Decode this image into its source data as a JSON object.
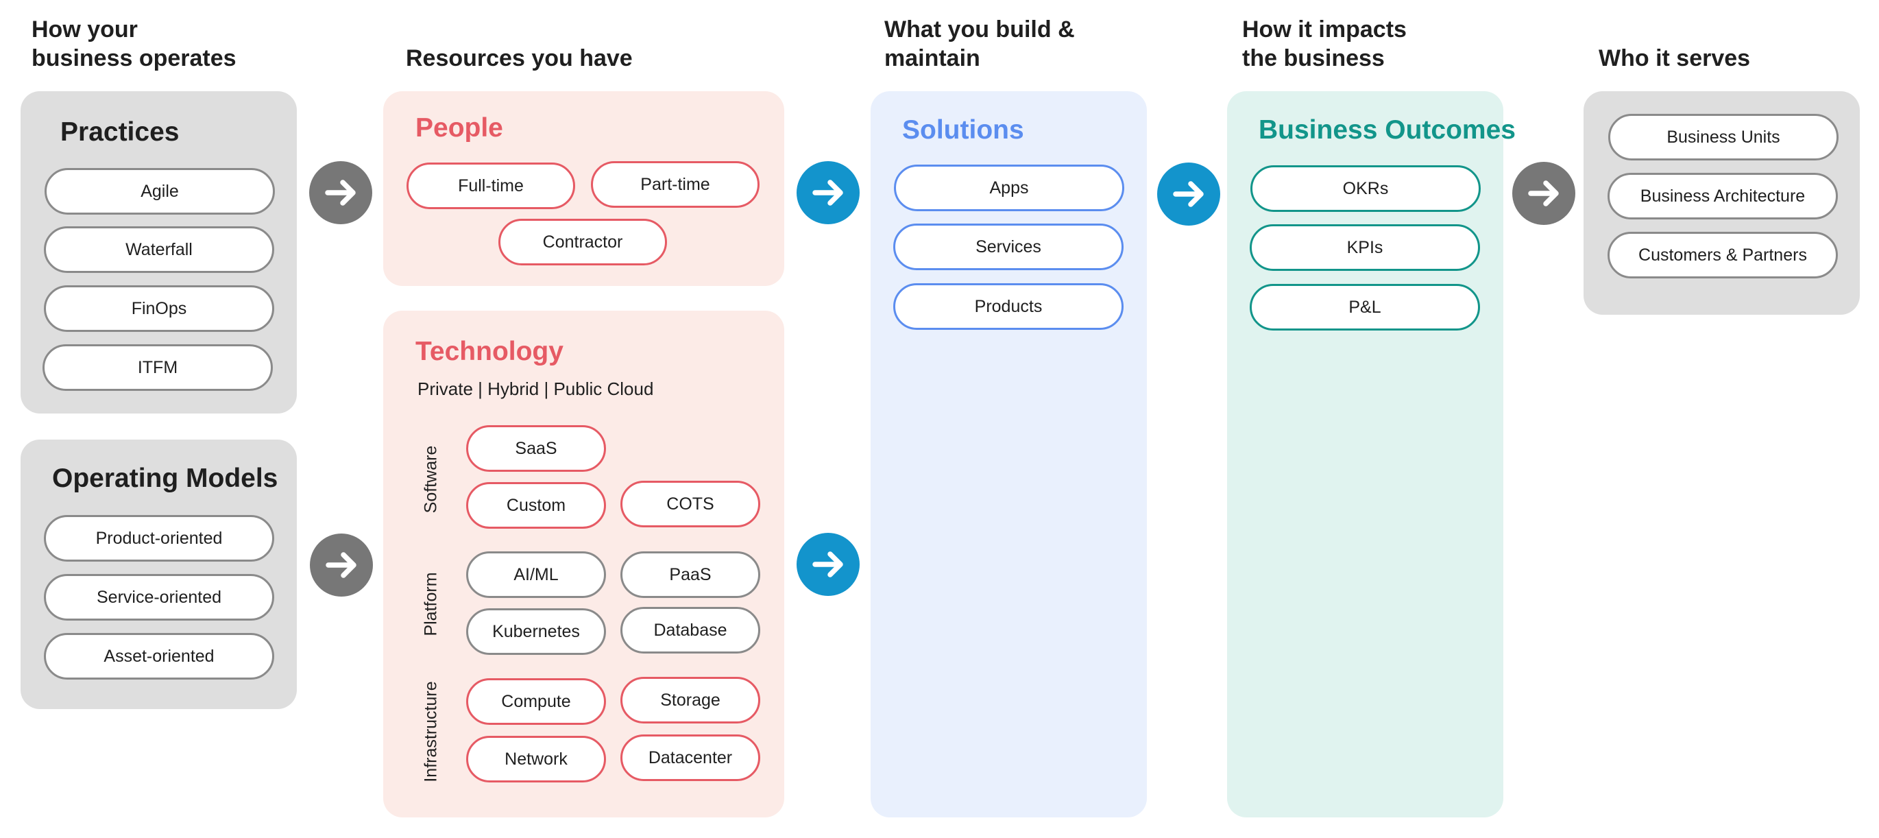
{
  "headers": {
    "operates": "How your\nbusiness operates",
    "resources": "Resources you have",
    "build": "What you build &\nmaintain",
    "impacts": "How it impacts\nthe business",
    "serves": "Who it serves"
  },
  "practices": {
    "title": "Practices",
    "items": [
      "Agile",
      "Waterfall",
      "FinOps",
      "ITFM"
    ]
  },
  "operating_models": {
    "title": "Operating Models",
    "items": [
      "Product-oriented",
      "Service-oriented",
      "Asset-oriented"
    ]
  },
  "people": {
    "title": "People",
    "items": [
      "Full-time",
      "Part-time",
      "Contractor"
    ]
  },
  "technology": {
    "title": "Technology",
    "subtitle": "Private | Hybrid | Public Cloud",
    "software": {
      "label": "Software",
      "items": [
        "SaaS",
        "Custom",
        "COTS"
      ]
    },
    "platform": {
      "label": "Platform",
      "items": [
        "AI/ML",
        "PaaS",
        "Kubernetes",
        "Database"
      ]
    },
    "infrastructure": {
      "label": "Infrastructure",
      "items": [
        "Compute",
        "Storage",
        "Network",
        "Datacenter"
      ]
    }
  },
  "solutions": {
    "title": "Solutions",
    "items": [
      "Apps",
      "Services",
      "Products"
    ]
  },
  "outcomes": {
    "title": "Business Outcomes",
    "items": [
      "OKRs",
      "KPIs",
      "P&L"
    ]
  },
  "serves": {
    "items": [
      "Business Units",
      "Business Architecture",
      "Customers & Partners"
    ]
  },
  "colors": {
    "gray_arrow": "#777777",
    "blue_arrow": "#1394cc",
    "red": "#e65a64",
    "blue": "#5b8def",
    "teal": "#12958a"
  }
}
